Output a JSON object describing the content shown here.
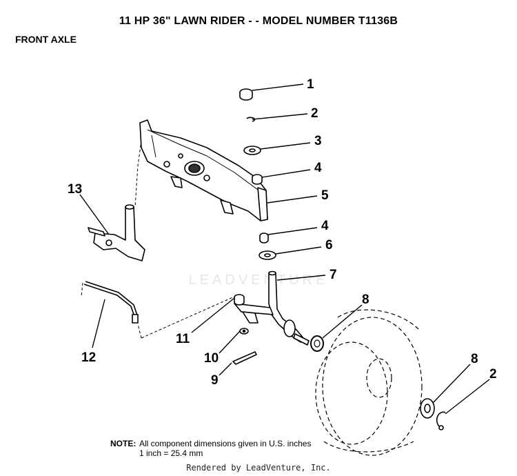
{
  "header": {
    "title": "11 HP 36\" LAWN RIDER - - MODEL NUMBER T1136B",
    "section": "FRONT AXLE"
  },
  "watermark": "LEADVENTURE",
  "callouts": {
    "c1": "1",
    "c2a": "2",
    "c3": "3",
    "c4a": "4",
    "c5": "5",
    "c4b": "4",
    "c6": "6",
    "c7": "7",
    "c8a": "8",
    "c13": "13",
    "c11": "11",
    "c10": "10",
    "c9": "9",
    "c12": "12",
    "c8b": "8",
    "c2b": "2"
  },
  "note": {
    "label": "NOTE:",
    "line1": "All component dimensions given in U.S. inches",
    "line2": "1 inch = 25.4 mm"
  },
  "footer": "Rendered by LeadVenture, Inc."
}
